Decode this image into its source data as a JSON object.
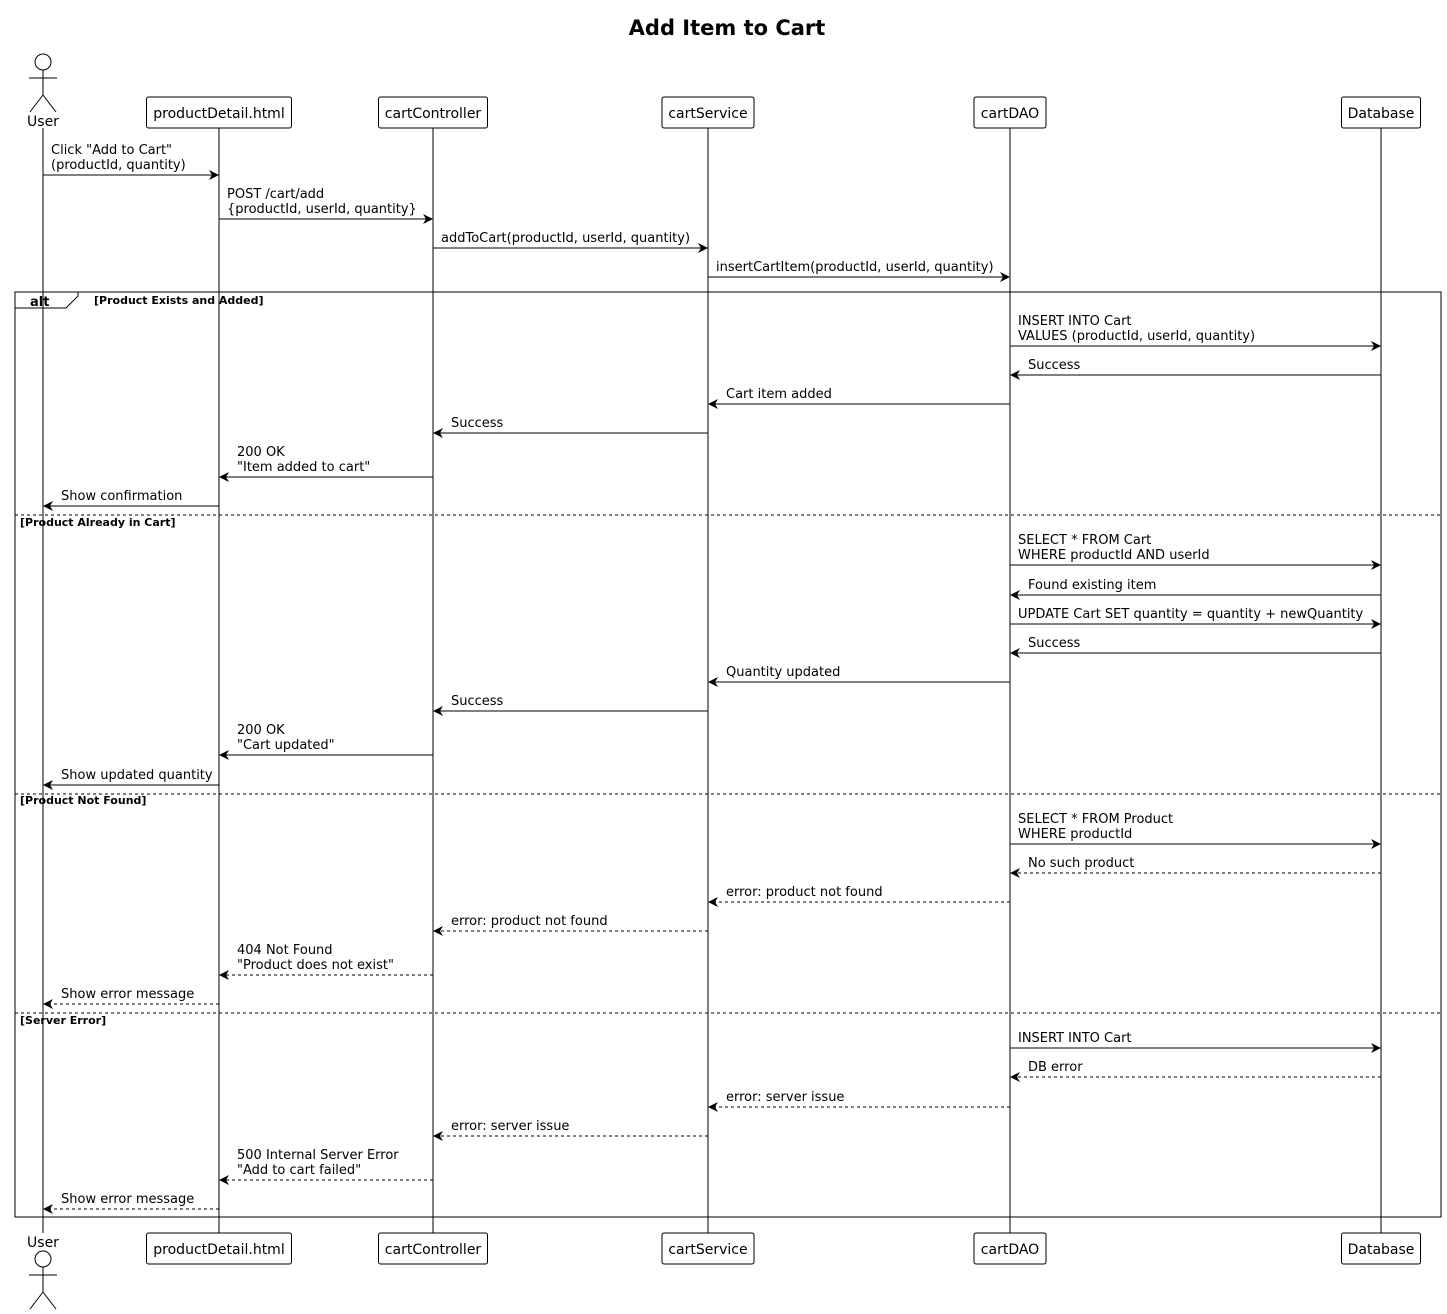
{
  "title": "Add Item to Cart",
  "participants": [
    {
      "id": "user",
      "label": "User",
      "kind": "actor"
    },
    {
      "id": "page",
      "label": "productDetail.html",
      "kind": "box"
    },
    {
      "id": "ctrl",
      "label": "cartController",
      "kind": "box"
    },
    {
      "id": "svc",
      "label": "cartService",
      "kind": "box"
    },
    {
      "id": "dao",
      "label": "cartDAO",
      "kind": "box"
    },
    {
      "id": "db",
      "label": "Database",
      "kind": "box"
    }
  ],
  "messages": [
    {
      "from": "user",
      "to": "page",
      "lines": [
        "Click \"Add to Cart\"",
        "(productId, quantity)"
      ],
      "style": "solid"
    },
    {
      "from": "page",
      "to": "ctrl",
      "lines": [
        "POST /cart/add",
        "{productId, userId, quantity}"
      ],
      "style": "solid"
    },
    {
      "from": "ctrl",
      "to": "svc",
      "lines": [
        "addToCart(productId, userId, quantity)"
      ],
      "style": "solid"
    },
    {
      "from": "svc",
      "to": "dao",
      "lines": [
        "insertCartItem(productId, userId, quantity)"
      ],
      "style": "solid"
    }
  ],
  "alt": {
    "keyword": "alt",
    "sections": [
      {
        "guard": "[Product Exists and Added]",
        "messages": [
          {
            "from": "dao",
            "to": "db",
            "lines": [
              "INSERT INTO Cart",
              "VALUES (productId, userId, quantity)"
            ],
            "style": "solid"
          },
          {
            "from": "db",
            "to": "dao",
            "lines": [
              "Success"
            ],
            "style": "solid"
          },
          {
            "from": "dao",
            "to": "svc",
            "lines": [
              "Cart item added"
            ],
            "style": "solid"
          },
          {
            "from": "svc",
            "to": "ctrl",
            "lines": [
              "Success"
            ],
            "style": "solid"
          },
          {
            "from": "ctrl",
            "to": "page",
            "lines": [
              "200 OK",
              "\"Item added to cart\""
            ],
            "style": "solid"
          },
          {
            "from": "page",
            "to": "user",
            "lines": [
              "Show confirmation"
            ],
            "style": "solid"
          }
        ]
      },
      {
        "guard": "[Product Already in Cart]",
        "messages": [
          {
            "from": "dao",
            "to": "db",
            "lines": [
              "SELECT * FROM Cart",
              "WHERE productId AND userId"
            ],
            "style": "solid"
          },
          {
            "from": "db",
            "to": "dao",
            "lines": [
              "Found existing item"
            ],
            "style": "solid"
          },
          {
            "from": "dao",
            "to": "db",
            "lines": [
              "UPDATE Cart SET quantity = quantity + newQuantity"
            ],
            "style": "solid"
          },
          {
            "from": "db",
            "to": "dao",
            "lines": [
              "Success"
            ],
            "style": "solid"
          },
          {
            "from": "dao",
            "to": "svc",
            "lines": [
              "Quantity updated"
            ],
            "style": "solid"
          },
          {
            "from": "svc",
            "to": "ctrl",
            "lines": [
              "Success"
            ],
            "style": "solid"
          },
          {
            "from": "ctrl",
            "to": "page",
            "lines": [
              "200 OK",
              "\"Cart updated\""
            ],
            "style": "solid"
          },
          {
            "from": "page",
            "to": "user",
            "lines": [
              "Show updated quantity"
            ],
            "style": "solid"
          }
        ]
      },
      {
        "guard": "[Product Not Found]",
        "messages": [
          {
            "from": "dao",
            "to": "db",
            "lines": [
              "SELECT * FROM Product",
              "WHERE productId"
            ],
            "style": "solid"
          },
          {
            "from": "db",
            "to": "dao",
            "lines": [
              "No such product"
            ],
            "style": "dashed"
          },
          {
            "from": "dao",
            "to": "svc",
            "lines": [
              "error: product not found"
            ],
            "style": "dashed"
          },
          {
            "from": "svc",
            "to": "ctrl",
            "lines": [
              "error: product not found"
            ],
            "style": "dashed"
          },
          {
            "from": "ctrl",
            "to": "page",
            "lines": [
              "404 Not Found",
              "\"Product does not exist\""
            ],
            "style": "dashed"
          },
          {
            "from": "page",
            "to": "user",
            "lines": [
              "Show error message"
            ],
            "style": "dashed"
          }
        ]
      },
      {
        "guard": "[Server Error]",
        "messages": [
          {
            "from": "dao",
            "to": "db",
            "lines": [
              "INSERT INTO Cart"
            ],
            "style": "solid"
          },
          {
            "from": "db",
            "to": "dao",
            "lines": [
              "DB error"
            ],
            "style": "dashed"
          },
          {
            "from": "dao",
            "to": "svc",
            "lines": [
              "error: server issue"
            ],
            "style": "dashed"
          },
          {
            "from": "svc",
            "to": "ctrl",
            "lines": [
              "error: server issue"
            ],
            "style": "dashed"
          },
          {
            "from": "ctrl",
            "to": "page",
            "lines": [
              "500 Internal Server Error",
              "\"Add to cart failed\""
            ],
            "style": "dashed"
          },
          {
            "from": "page",
            "to": "user",
            "lines": [
              "Show error message"
            ],
            "style": "dashed"
          }
        ]
      }
    ]
  }
}
